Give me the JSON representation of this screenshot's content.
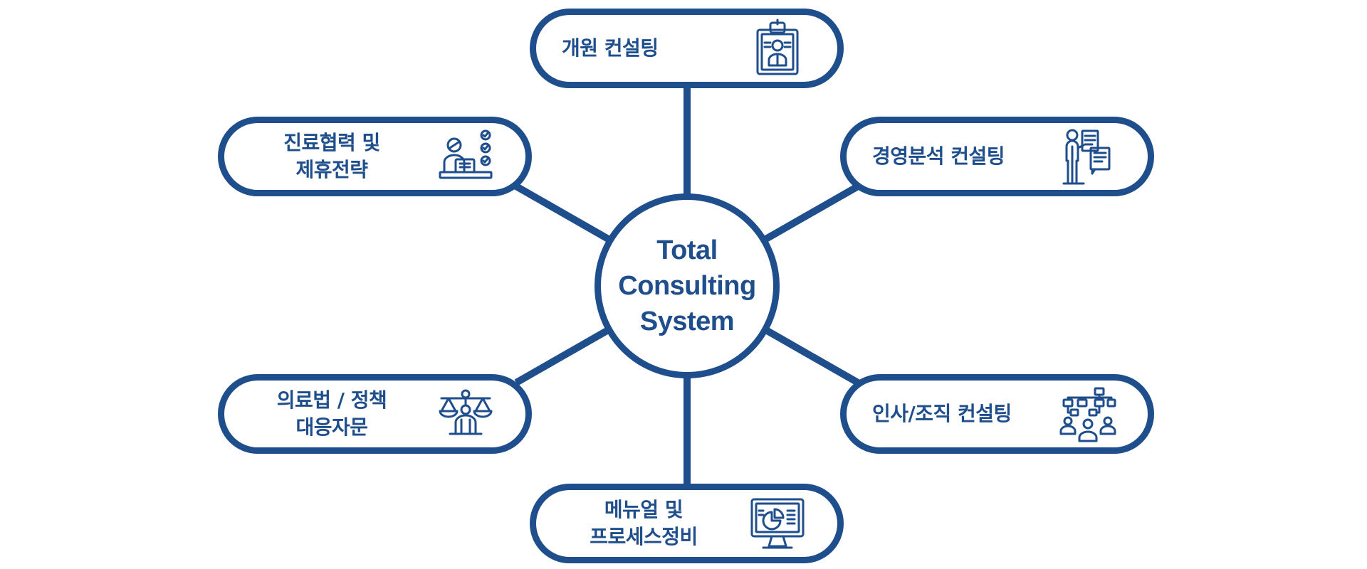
{
  "colors": {
    "primary": "#1f4e8c",
    "background": "#ffffff"
  },
  "hub": {
    "lines": [
      "Total",
      "Consulting",
      "System"
    ]
  },
  "nodes": [
    {
      "lines": [
        "개원 컨설팅"
      ],
      "icon": "clipboard-doctor-icon"
    },
    {
      "lines": [
        "진료협력 및",
        "제휴전략"
      ],
      "icon": "checklist-worker-icon"
    },
    {
      "lines": [
        "경영분석 컨설팅"
      ],
      "icon": "presenter-report-icon"
    },
    {
      "lines": [
        "의료법 / 정책",
        "대응자문"
      ],
      "icon": "scales-of-justice-icon"
    },
    {
      "lines": [
        "인사/조직 컨설팅"
      ],
      "icon": "org-chart-team-icon"
    },
    {
      "lines": [
        "메뉴얼 및",
        "프로세스정비"
      ],
      "icon": "monitor-chart-icon"
    }
  ]
}
